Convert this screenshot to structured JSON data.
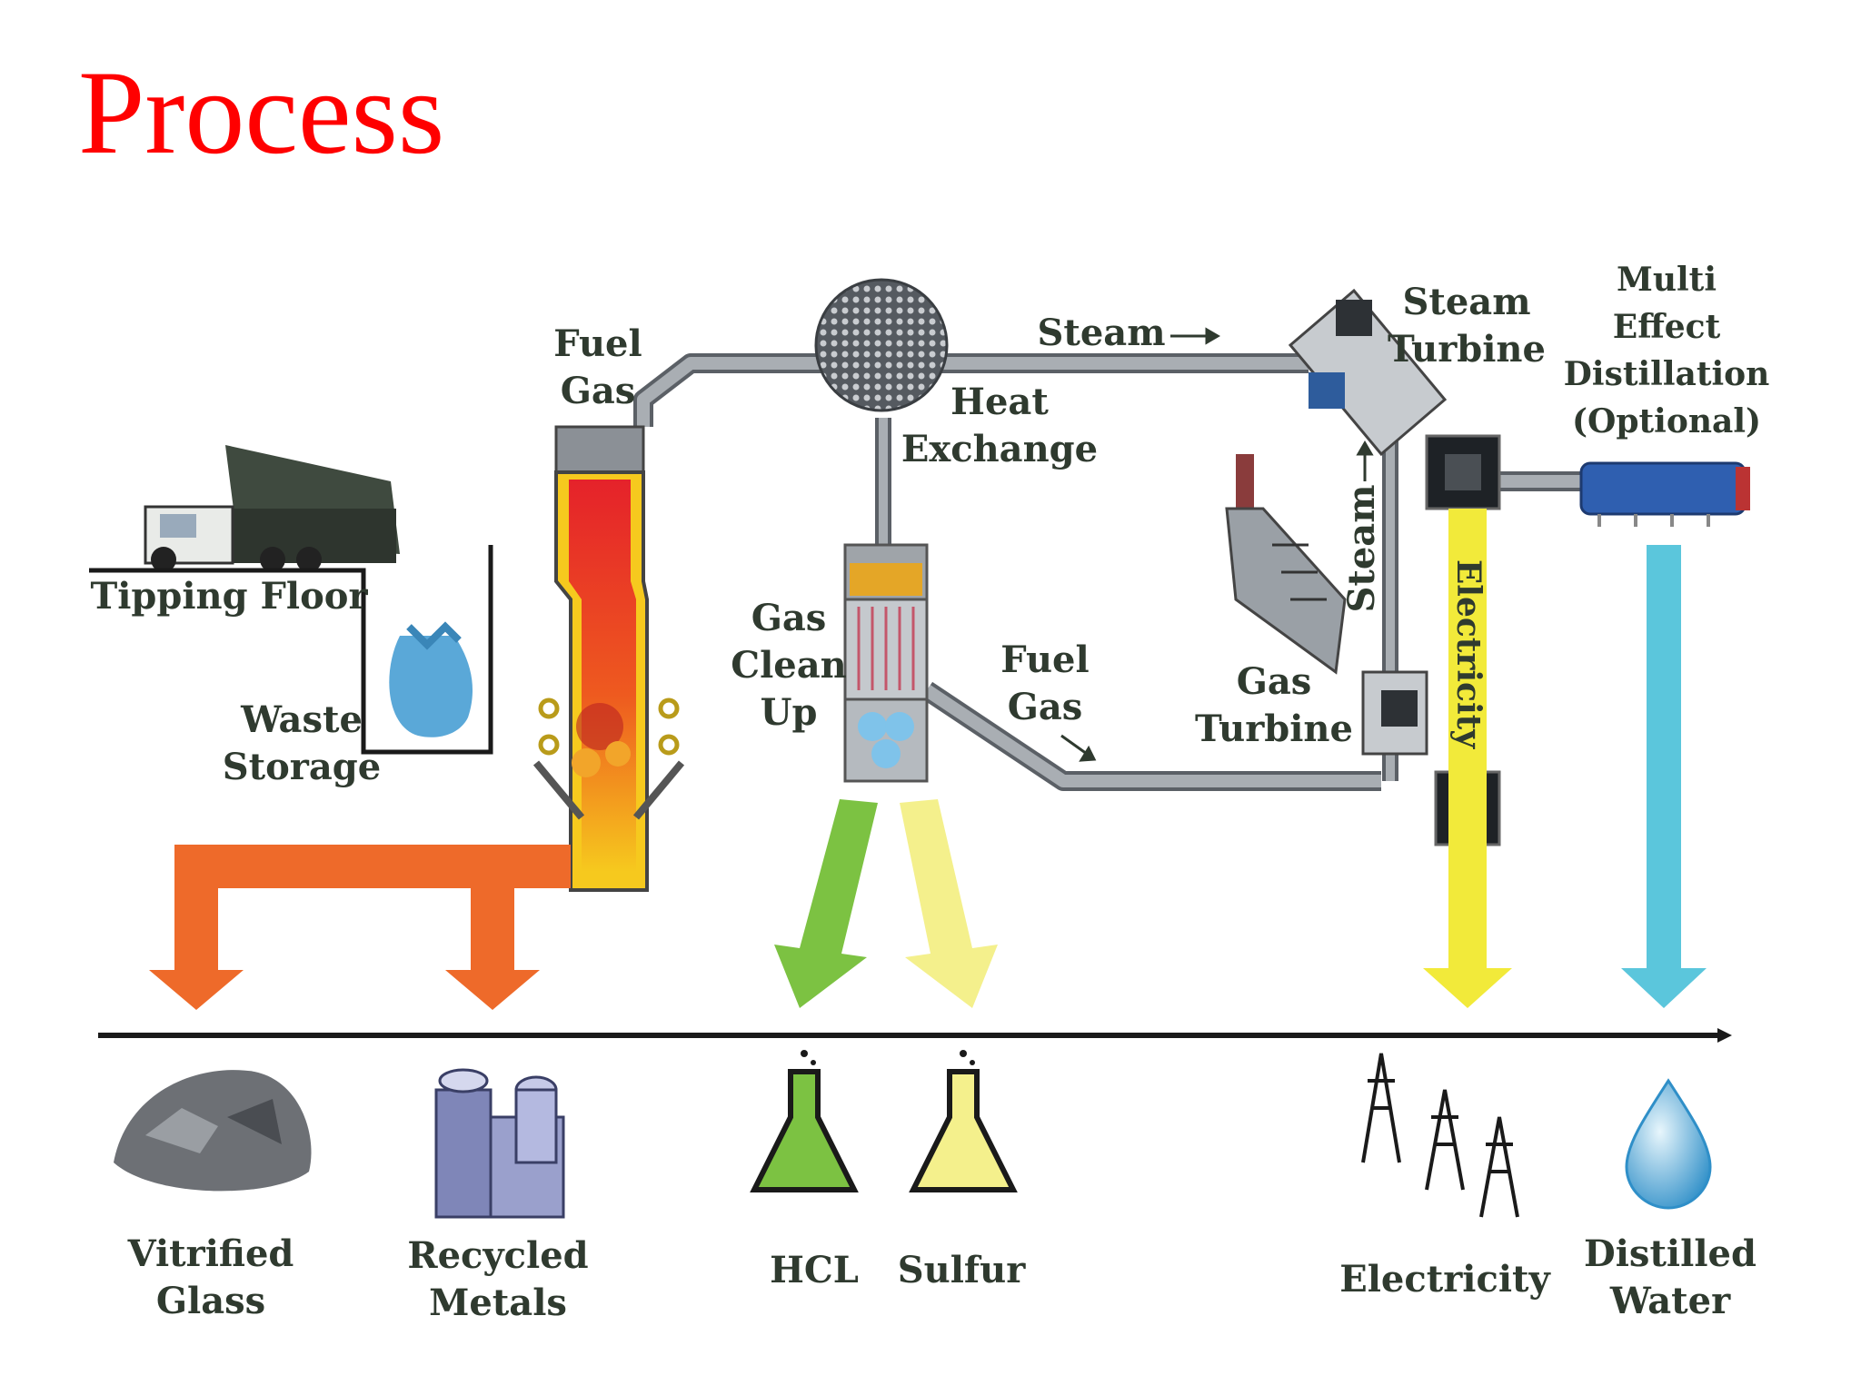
{
  "title": "Process",
  "labels": {
    "fuel_gas_top": [
      "Fuel",
      "Gas"
    ],
    "heat_exchange": [
      "Heat",
      "Exchange"
    ],
    "steam_top": "Steam",
    "steam_turbine": [
      "Steam",
      "Turbine"
    ],
    "med": [
      "Multi",
      "Effect",
      "Distillation",
      "(Optional)"
    ],
    "tipping_floor": "Tipping Floor",
    "waste_storage": [
      "Waste",
      "Storage"
    ],
    "gas_clean_up": [
      "Gas",
      "Clean",
      "Up"
    ],
    "fuel_gas_mid": [
      "Fuel",
      "Gas"
    ],
    "gas_turbine": [
      "Gas",
      "Turbine"
    ],
    "steam_vertical": "Steam",
    "electricity_vertical": "Electricity"
  },
  "outputs": [
    {
      "id": "vitrified-glass",
      "label": [
        "Vitrified",
        "Glass"
      ],
      "color": "#ee6a2a"
    },
    {
      "id": "recycled-metals",
      "label": [
        "Recycled",
        "Metals"
      ],
      "color": "#ee6a2a"
    },
    {
      "id": "hcl",
      "label": [
        "HCL"
      ],
      "color": "#7cc242"
    },
    {
      "id": "sulfur",
      "label": [
        "Sulfur"
      ],
      "color": "#f4f08c"
    },
    {
      "id": "electricity",
      "label": [
        "Electricity"
      ],
      "color": "#f2ea3a"
    },
    {
      "id": "distilled-water",
      "label": [
        "Distilled",
        "Water"
      ],
      "color": "#5bc6dc"
    }
  ],
  "colors": {
    "title": "#ff0000",
    "pipe": "#9ea3a8",
    "pipe_edge": "#5b6066",
    "label": "#2f3a2f",
    "slag": "#ee6a2a",
    "hcl": "#7cc242",
    "sulfur": "#f4f08c",
    "electricity": "#f2ea3a",
    "water": "#5bc6dc",
    "reactor_hot": "#e5222a",
    "reactor_warm": "#f6c91e"
  }
}
